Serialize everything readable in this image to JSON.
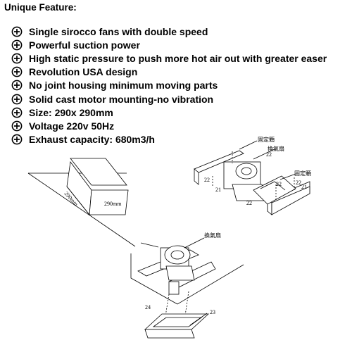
{
  "heading": "Unique Feature:",
  "features": [
    "Single sirocco fans with double speed",
    "Powerful suction power",
    "High static pressure to push more hot air out with greater easer",
    "Revolution USA design",
    "No joint housing minimum moving parts",
    "Solid cast motor mounting-no vibration",
    "Size: 290x 290mm",
    "Voltage 220v 50Hz",
    "Exhaust capacity: 680m3/h"
  ],
  "bullet_icon": "circle-plus-icon",
  "diagrams": {
    "opening": {
      "dim_a": "290mm",
      "dim_b": "290mm"
    },
    "assembly": {
      "label_fixing": "固定顆",
      "label_fan": "換氣扇",
      "label_fixing_2": "固定顆",
      "parts": [
        "22",
        "22",
        "22",
        "21",
        "22",
        "22",
        "21"
      ]
    },
    "install": {
      "label_fan": "換氣扇",
      "part_24": "24",
      "part_23": "23"
    }
  }
}
